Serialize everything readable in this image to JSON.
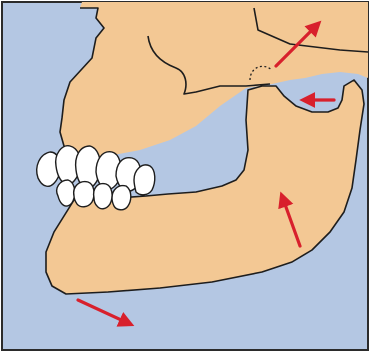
{
  "figure": {
    "subject": "mandible-growth-direction",
    "colors": {
      "background": "#b4c7e3",
      "bone": "#f3c894",
      "outline": "#1d1d1d",
      "arrow": "#d8202c",
      "teeth": "#ffffff",
      "frame": "#2b2b2b"
    },
    "arrows": [
      {
        "name": "arrow-up-right-condyle",
        "direction": "up-right"
      },
      {
        "name": "arrow-left-condyle",
        "direction": "left"
      },
      {
        "name": "arrow-up-ramus",
        "direction": "up"
      },
      {
        "name": "arrow-down-right-chin",
        "direction": "down-right"
      }
    ]
  }
}
